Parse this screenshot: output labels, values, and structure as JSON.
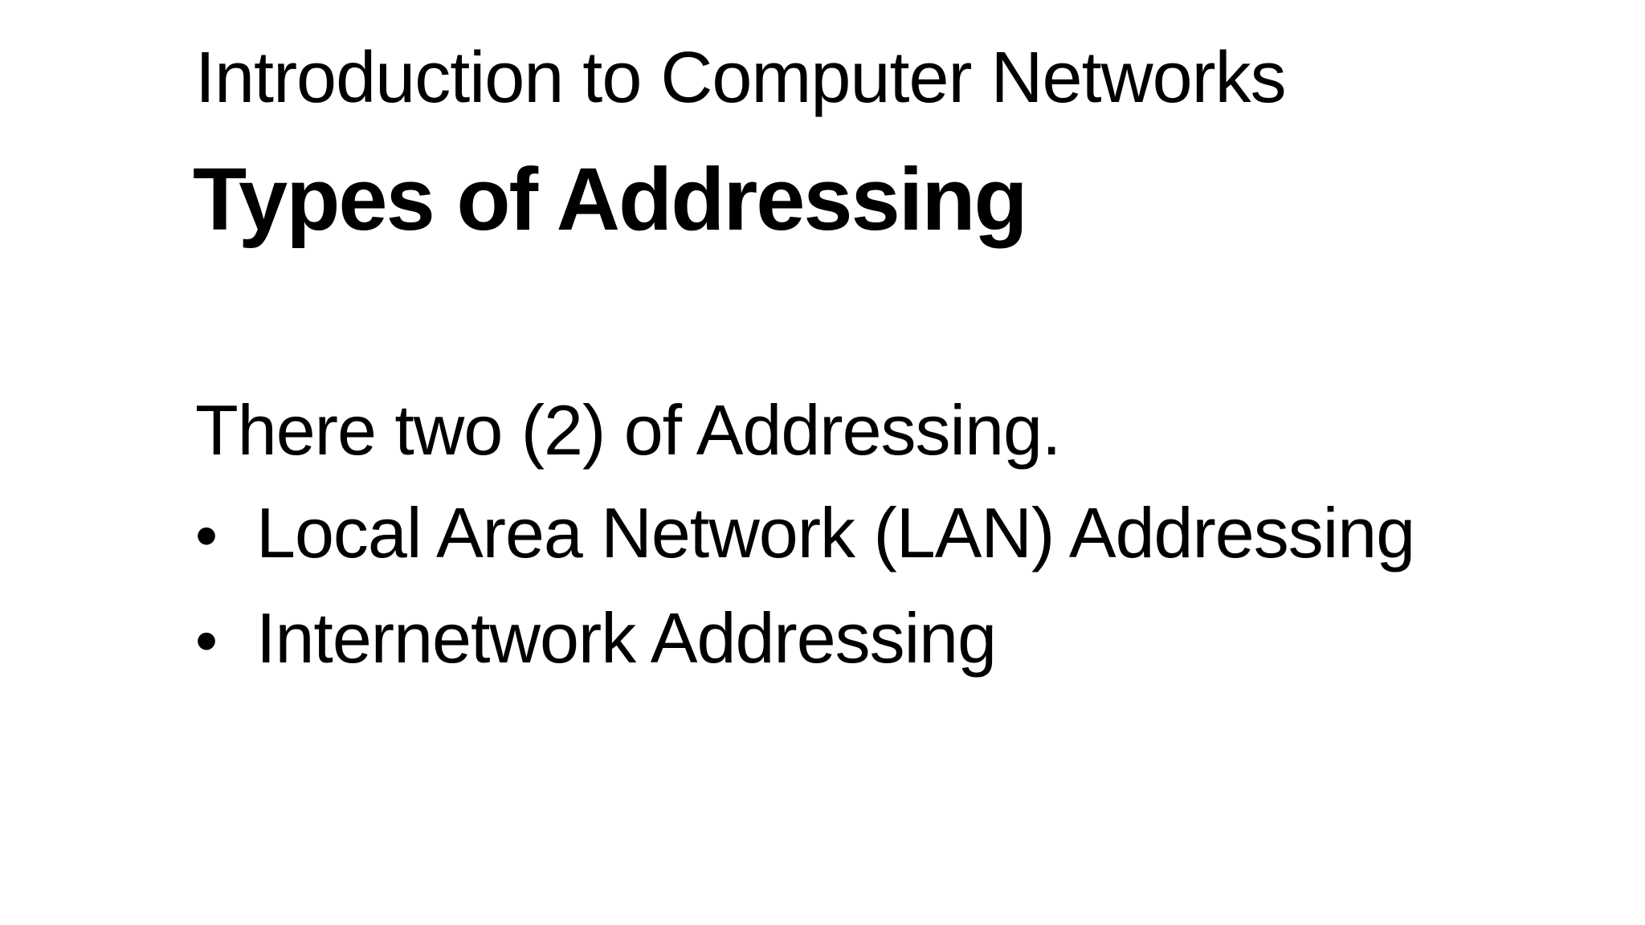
{
  "slide": {
    "pretitle": "Introduction to Computer Networks",
    "title": "Types of Addressing",
    "intro": "There two (2) of Addressing.",
    "bullet_marker": "•",
    "bullets": [
      "Local Area Network (LAN) Addressing",
      "Internetwork Addressing"
    ],
    "colors": {
      "background": "#ffffff",
      "text": "#000000"
    }
  }
}
